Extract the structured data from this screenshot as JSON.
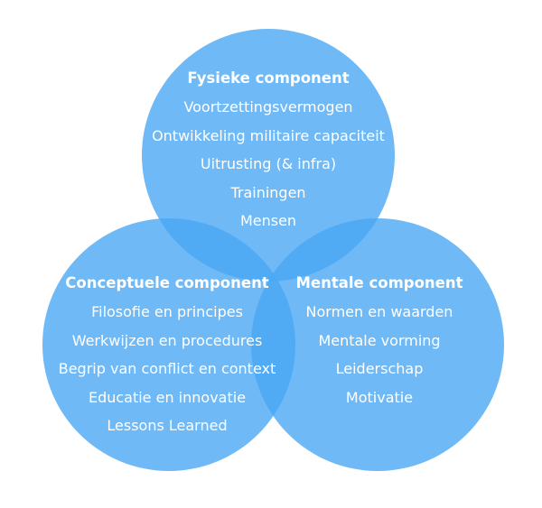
{
  "colors": {
    "circle": "#4aa8f4",
    "text": "#ffffff"
  },
  "components": [
    {
      "title": "Fysieke component",
      "items": [
        "Voortzettingsvermogen",
        "Ontwikkeling militaire capaciteit",
        "Uitrusting (& infra)",
        "Trainingen",
        "Mensen"
      ]
    },
    {
      "title": "Conceptuele component",
      "items": [
        "Filosofie en principes",
        "Werkwijzen en procedures",
        "Begrip van conflict en context",
        "Educatie en innovatie",
        "Lessons Learned"
      ]
    },
    {
      "title": "Mentale component",
      "items": [
        "Normen en waarden",
        "Mentale vorming",
        "Leiderschap",
        "Motivatie"
      ]
    }
  ]
}
